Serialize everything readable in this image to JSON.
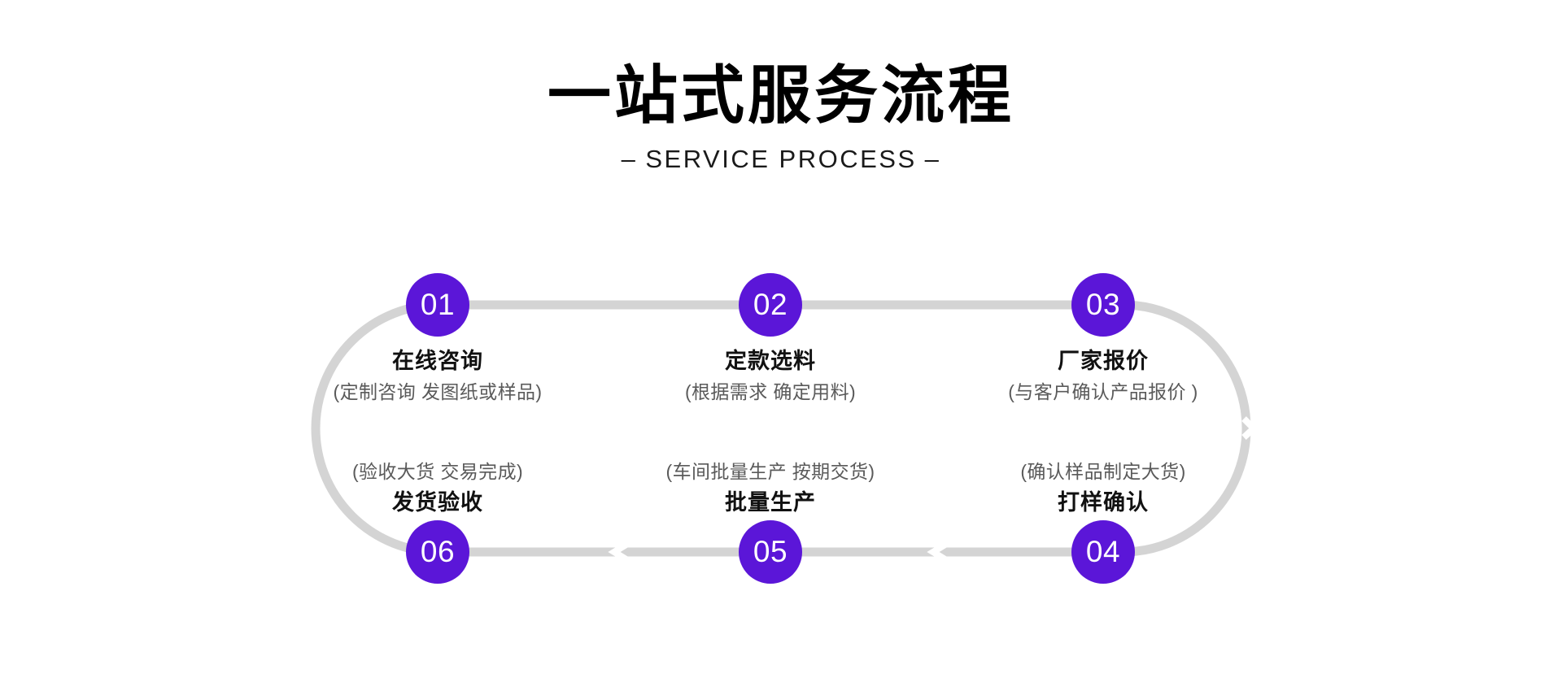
{
  "header": {
    "title": "一站式服务流程",
    "subtitle": "SERVICE PROCESS",
    "dash_left": "–",
    "dash_right": "–"
  },
  "theme": {
    "accent": "#5b16d8",
    "track": "#d4d4d4",
    "background": "#ffffff",
    "title_color": "#000000",
    "desc_color": "#5a5a5a"
  },
  "flow": {
    "row_top": [
      {
        "number": "01",
        "name": "在线咨询",
        "desc": "(定制咨询 发图纸或样品)"
      },
      {
        "number": "02",
        "name": "定款选料",
        "desc": "(根据需求 确定用料)"
      },
      {
        "number": "03",
        "name": "厂家报价",
        "desc": "(与客户确认产品报价 )"
      }
    ],
    "row_bottom": [
      {
        "number": "04",
        "name": "打样确认",
        "desc": "(确认样品制定大货)"
      },
      {
        "number": "05",
        "name": "批量生产",
        "desc": "(车间批量生产 按期交货)"
      },
      {
        "number": "06",
        "name": "发货验收",
        "desc": "(验收大货 交易完成)"
      }
    ]
  }
}
